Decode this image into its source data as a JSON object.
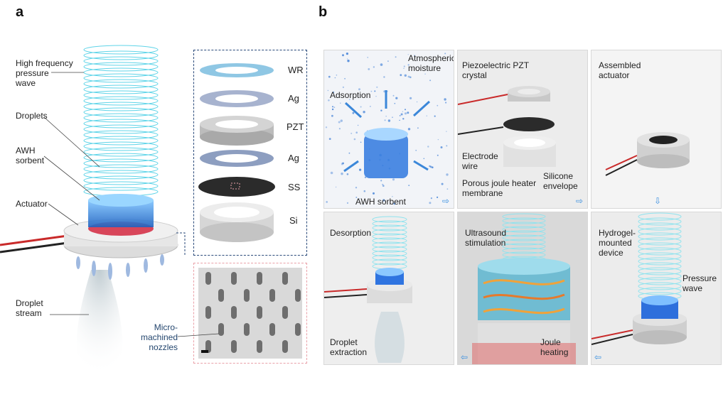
{
  "panel_a": {
    "letter": "a",
    "labels": {
      "pressure_wave": "High frequency\npressure\nwave",
      "droplets": "Droplets",
      "sorbent": "AWH\nsorbent",
      "actuator": "Actuator",
      "stream": "Droplet\nstream",
      "nozzles": "Micro-\nmachined\nnozzles"
    },
    "layers": [
      "WR",
      "Ag",
      "PZT",
      "Ag",
      "SS",
      "Si"
    ]
  },
  "panel_b": {
    "letter": "b",
    "tiles": [
      {
        "labels": [
          "Adsorption",
          "Atmospheric\nmoisture",
          "AWH sorbent"
        ]
      },
      {
        "labels": [
          "Piezoelectric PZT\ncrystal",
          "Electrode\nwire",
          "Silicone\nenvelope",
          "Porous joule heater\nmembrane"
        ]
      },
      {
        "labels": [
          "Assembled\nactuator"
        ]
      },
      {
        "labels": [
          "Desorption",
          "Droplet\nextraction"
        ]
      },
      {
        "labels": [
          "Ultrasound\nstimulation",
          "Joule\nheating"
        ]
      },
      {
        "labels": [
          "Hydrogel-\nmounted\ndevice",
          "Pressure\nwave"
        ]
      }
    ]
  },
  "colors": {
    "wave": "#5fd4e8",
    "sorbent": "#2f7fd8",
    "heater": "#d83a4a",
    "envelope": "#e2e2e2",
    "dash_blue": "#2a4a7a",
    "dash_pink": "#e9a0a8"
  }
}
